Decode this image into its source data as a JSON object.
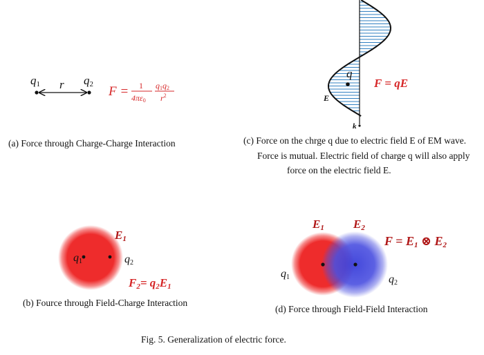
{
  "colors": {
    "formula_red": "#d62728",
    "label_dark_red": "#b01818",
    "charge_red": "#ee2c2c",
    "charge_blue": "#3a3fd9",
    "wave_fill_line": "#2f7fc1",
    "text": "#111111"
  },
  "panel_a": {
    "q1": "q",
    "q1_sub": "1",
    "q2": "q",
    "q2_sub": "2",
    "r": "r",
    "formula_lhs": "F =",
    "formula_num": "1",
    "formula_den": "4πε",
    "formula_den_sub": "0",
    "formula_frac2_num": "q",
    "formula_frac2_num_sub1": "1",
    "formula_frac2_num_q": "q",
    "formula_frac2_num_sub2": "2",
    "formula_frac2_den": "r",
    "formula_frac2_den_sup": "2",
    "caption": "(a) Force through Charge-Charge Interaction"
  },
  "panel_b": {
    "field_label": "E",
    "field_sub": "1",
    "q1": "q",
    "q1_sub": "1",
    "q2": "q",
    "q2_sub": "2",
    "formula": "F",
    "formula_sub": "2",
    "formula_eq": "= q",
    "formula_q_sub": "2",
    "formula_E": "E",
    "formula_E_sub": "1",
    "caption": "(b) Fource through Field-Charge Interaction"
  },
  "panel_c": {
    "q": "q",
    "E": "E",
    "k": "k",
    "formula": "F = qE",
    "caption_line1": "(c) Force on the chrge q due to electric field E of EM wave.",
    "caption_line2": "Force is mutual. Electric field of charge q will also apply",
    "caption_line3": "force on the electric field E."
  },
  "panel_d": {
    "E1": "E",
    "E1_sub": "1",
    "E2": "E",
    "E2_sub": "2",
    "q1": "q",
    "q1_sub": "1",
    "q2": "q",
    "q2_sub": "2",
    "formula": "F = E",
    "formula_sub1": "1",
    "formula_op": " ⊗ E",
    "formula_sub2": "2",
    "caption": "(d) Force through Field-Field Interaction"
  },
  "figure_caption": "Fig. 5. Generalization of electric force."
}
